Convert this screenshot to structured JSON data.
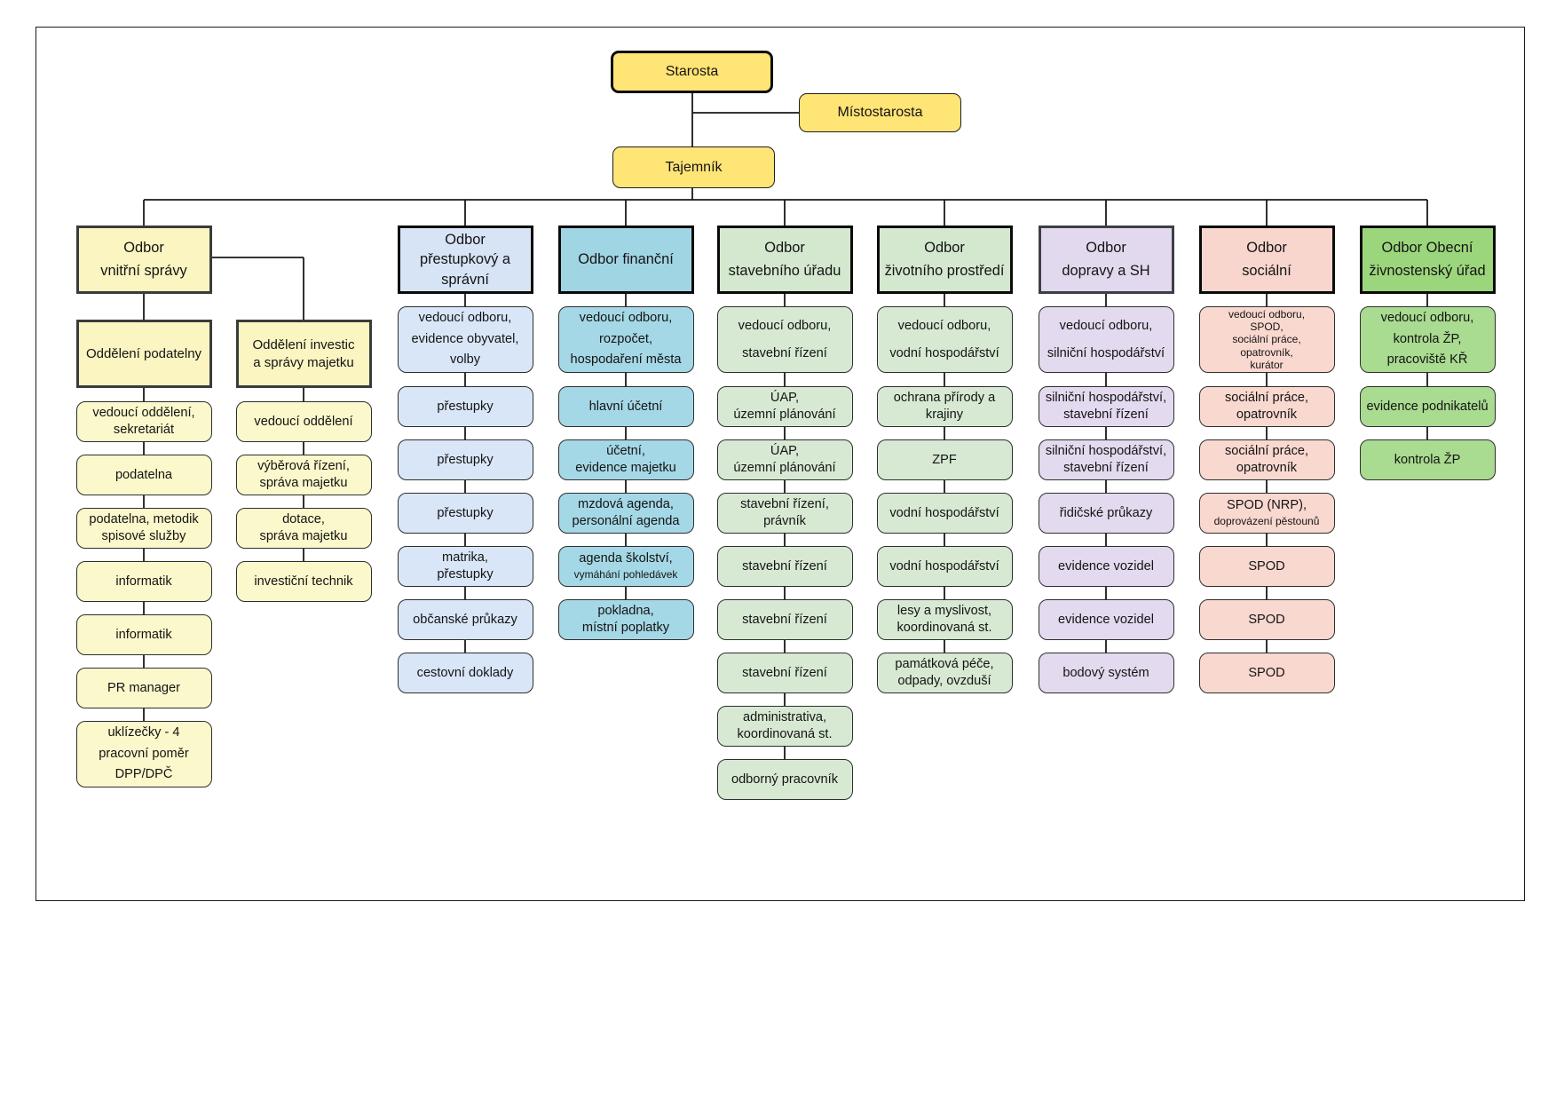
{
  "colors": {
    "line": "#1a1a1a",
    "top_fill": "#FFE476",
    "columns": {
      "internal": {
        "header": "#FAF5C1",
        "child": "#FBF8CB",
        "header_border": "#3b3b3b"
      },
      "prestupkovy": {
        "header": "#D7E4F6",
        "child": "#D9E6F8",
        "header_border": "#0a0a0a"
      },
      "financni": {
        "header": "#A0D5E4",
        "child": "#A5D8E6",
        "header_border": "#0a0a0a"
      },
      "stavebni": {
        "header": "#D4E7CF",
        "child": "#D7E9D3",
        "header_border": "#0a0a0a"
      },
      "zivotni": {
        "header": "#D4E7CF",
        "child": "#D7E9D3",
        "header_border": "#0a0a0a"
      },
      "dopravy": {
        "header": "#E2D9EE",
        "child": "#E3DAEF",
        "header_border": "#3d3f45"
      },
      "socialni": {
        "header": "#F8D6CD",
        "child": "#F9D8CF",
        "header_border": "#0a0a0a"
      },
      "zivnostensky": {
        "header": "#9CD67C",
        "child": "#A9DB90",
        "header_border": "#0a0a0a"
      }
    }
  },
  "top": {
    "starosta": {
      "lines": [
        "Starosta"
      ]
    },
    "mistostarosta": {
      "lines": [
        "Místostarosta"
      ]
    },
    "tajemnik": {
      "lines": [
        "Tajemník"
      ]
    }
  },
  "dept_internal": {
    "id": "internal",
    "header": {
      "lines": [
        "Odbor",
        "vnitřní správy"
      ]
    },
    "sections": [
      {
        "title": {
          "lines": [
            "Oddělení podatelny"
          ]
        },
        "children": [
          {
            "lines": [
              "vedoucí oddělení,",
              "sekretariát"
            ]
          },
          {
            "lines": [
              "podatelna"
            ]
          },
          {
            "lines": [
              "podatelna, metodik",
              "spisové služby"
            ]
          },
          {
            "lines": [
              "informatik"
            ]
          },
          {
            "lines": [
              "informatik"
            ]
          },
          {
            "lines": [
              "PR manager"
            ]
          },
          {
            "lines": [
              "uklízečky - 4",
              "pracovní  poměr",
              "DPP/DPČ"
            ]
          }
        ]
      },
      {
        "title": {
          "lines": [
            "Oddělení investic",
            "a správy majetku"
          ]
        },
        "children": [
          {
            "lines": [
              "vedoucí oddělení"
            ]
          },
          {
            "lines": [
              "výběrová řízení,",
              "správa majetku"
            ]
          },
          {
            "lines": [
              "dotace,",
              "správa majetku"
            ]
          },
          {
            "lines": [
              "investiční technik"
            ]
          }
        ]
      }
    ]
  },
  "columns": [
    {
      "id": "prestupkovy",
      "header": {
        "lines": [
          "Odbor",
          "přestupkový a",
          "správní"
        ]
      },
      "children": [
        {
          "lines": [
            "vedoucí odboru,",
            "evidence obyvatel,",
            "volby"
          ]
        },
        {
          "lines": [
            "přestupky"
          ]
        },
        {
          "lines": [
            "přestupky"
          ]
        },
        {
          "lines": [
            "přestupky"
          ]
        },
        {
          "lines": [
            "matrika,",
            "přestupky"
          ]
        },
        {
          "lines": [
            "občanské průkazy"
          ]
        },
        {
          "lines": [
            "cestovní doklady"
          ]
        }
      ]
    },
    {
      "id": "financni",
      "header": {
        "lines": [
          "Odbor finanční"
        ]
      },
      "children": [
        {
          "lines": [
            "vedoucí odboru,",
            "rozpočet,",
            "hospodaření města"
          ]
        },
        {
          "lines": [
            "hlavní účetní"
          ]
        },
        {
          "lines": [
            "účetní,",
            "evidence majetku"
          ]
        },
        {
          "lines": [
            "mzdová agenda,",
            "personální agenda"
          ]
        },
        {
          "lines": [
            "agenda školství,",
            "vymáhání pohledávek"
          ],
          "small_lines": [
            1
          ]
        },
        {
          "lines": [
            "pokladna,",
            "místní poplatky"
          ]
        }
      ]
    },
    {
      "id": "stavebni",
      "header": {
        "lines": [
          "Odbor",
          "stavebního úřadu"
        ]
      },
      "children": [
        {
          "lines": [
            "vedoucí odboru,",
            "stavební řízení"
          ]
        },
        {
          "lines": [
            "ÚAP,",
            "územní plánování"
          ]
        },
        {
          "lines": [
            "ÚAP,",
            "územní plánování"
          ]
        },
        {
          "lines": [
            "stavební řízení,",
            "právník"
          ]
        },
        {
          "lines": [
            "stavební řízení"
          ]
        },
        {
          "lines": [
            "stavební řízení"
          ]
        },
        {
          "lines": [
            "stavební řízení"
          ]
        },
        {
          "lines": [
            "administrativa,",
            "koordinovaná st."
          ]
        },
        {
          "lines": [
            "odborný pracovník"
          ]
        }
      ]
    },
    {
      "id": "zivotni",
      "header": {
        "lines": [
          "Odbor",
          "životního prostředí"
        ]
      },
      "children": [
        {
          "lines": [
            "vedoucí odboru,",
            "vodní hospodářství"
          ]
        },
        {
          "lines": [
            "ochrana přírody a",
            "krajiny"
          ]
        },
        {
          "lines": [
            "ZPF"
          ]
        },
        {
          "lines": [
            "vodní hospodářství"
          ]
        },
        {
          "lines": [
            "vodní hospodářství"
          ]
        },
        {
          "lines": [
            "lesy a myslivost,",
            "koordinovaná st."
          ]
        },
        {
          "lines": [
            "památková péče,",
            "odpady, ovzduší"
          ]
        }
      ]
    },
    {
      "id": "dopravy",
      "header": {
        "lines": [
          "Odbor",
          "dopravy a SH"
        ]
      },
      "children": [
        {
          "lines": [
            "vedoucí odboru,",
            "silniční hospodářství"
          ]
        },
        {
          "lines": [
            "silniční hospodářství,",
            "stavební řízení"
          ]
        },
        {
          "lines": [
            "silniční hospodářství,",
            "stavební řízení"
          ]
        },
        {
          "lines": [
            "řidičské průkazy"
          ]
        },
        {
          "lines": [
            "evidence vozidel"
          ]
        },
        {
          "lines": [
            "evidence vozidel"
          ]
        },
        {
          "lines": [
            "bodový systém"
          ]
        }
      ]
    },
    {
      "id": "socialni",
      "header": {
        "lines": [
          "Odbor",
          "sociální"
        ]
      },
      "children": [
        {
          "lines": [
            "vedoucí odboru,",
            "SPOD,",
            "sociální práce,",
            "opatrovník,",
            "kurátor"
          ],
          "small_lines": [
            0,
            1,
            2,
            3,
            4
          ]
        },
        {
          "lines": [
            "sociální práce,",
            "opatrovník"
          ]
        },
        {
          "lines": [
            "sociální práce,",
            "opatrovník"
          ]
        },
        {
          "lines": [
            "SPOD (NRP),",
            "doprovázení pěstounů"
          ],
          "small_lines": [
            1
          ]
        },
        {
          "lines": [
            "SPOD"
          ]
        },
        {
          "lines": [
            "SPOD"
          ]
        },
        {
          "lines": [
            "SPOD"
          ]
        }
      ]
    },
    {
      "id": "zivnostensky",
      "header": {
        "lines": [
          "Odbor Obecní",
          "živnostenský úřad"
        ]
      },
      "children": [
        {
          "lines": [
            "vedoucí odboru,",
            "kontrola ŽP,",
            "pracoviště KŘ"
          ]
        },
        {
          "lines": [
            "evidence podnikatelů"
          ]
        },
        {
          "lines": [
            "kontrola ŽP"
          ]
        }
      ]
    }
  ]
}
